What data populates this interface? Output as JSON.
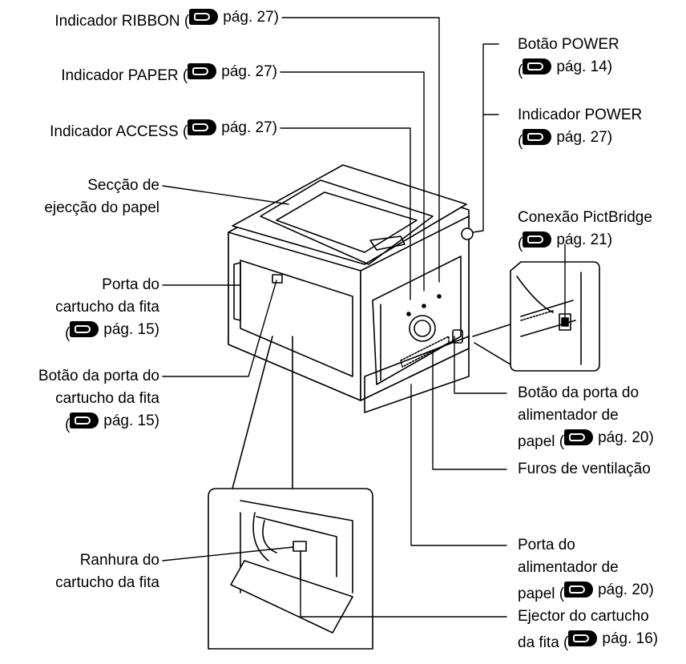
{
  "labels": {
    "ribbon": {
      "line1": "Indicador RIBBON (",
      "ref": "pág. 27)"
    },
    "paper": {
      "line1": "Indicador PAPER (",
      "ref": "pág. 27)"
    },
    "access": {
      "line1": "Indicador ACCESS (",
      "ref": "pág. 27)"
    },
    "ejection": {
      "line1": "Secção de",
      "line2": "ejecção do papel"
    },
    "ribbon_door": {
      "line1": "Porta do",
      "line2": "cartucho da fita",
      "ref": "pág. 15)"
    },
    "ribbon_door_button": {
      "line1": "Botão da porta do",
      "line2": "cartucho da fita",
      "ref": "pág. 15)"
    },
    "ribbon_slot": {
      "line1": "Ranhura do",
      "line2": "cartucho da fita"
    },
    "power_button": {
      "line1": "Botão POWER",
      "ref": "pág. 14)"
    },
    "power_indicator": {
      "line1": "Indicador POWER",
      "ref": "pág. 27)"
    },
    "pictbridge": {
      "line1": "Conexão PictBridge",
      "ref": "pág. 21)"
    },
    "feeder_door_button": {
      "line1": "Botão da porta do",
      "line2": "alimentador de",
      "line3": "papel (",
      "ref": "pág. 20)"
    },
    "vent": {
      "line1": "Furos de ventilação"
    },
    "feeder_door": {
      "line1": "Porta do",
      "line2": "alimentador de",
      "line3": "papel (",
      "ref": "pág. 20)"
    },
    "ejector": {
      "line1": "Ejector do cartucho",
      "line2": "da fita (",
      "ref": "pág. 16)"
    }
  },
  "icons": {
    "reference": "pointing-hand-icon"
  }
}
